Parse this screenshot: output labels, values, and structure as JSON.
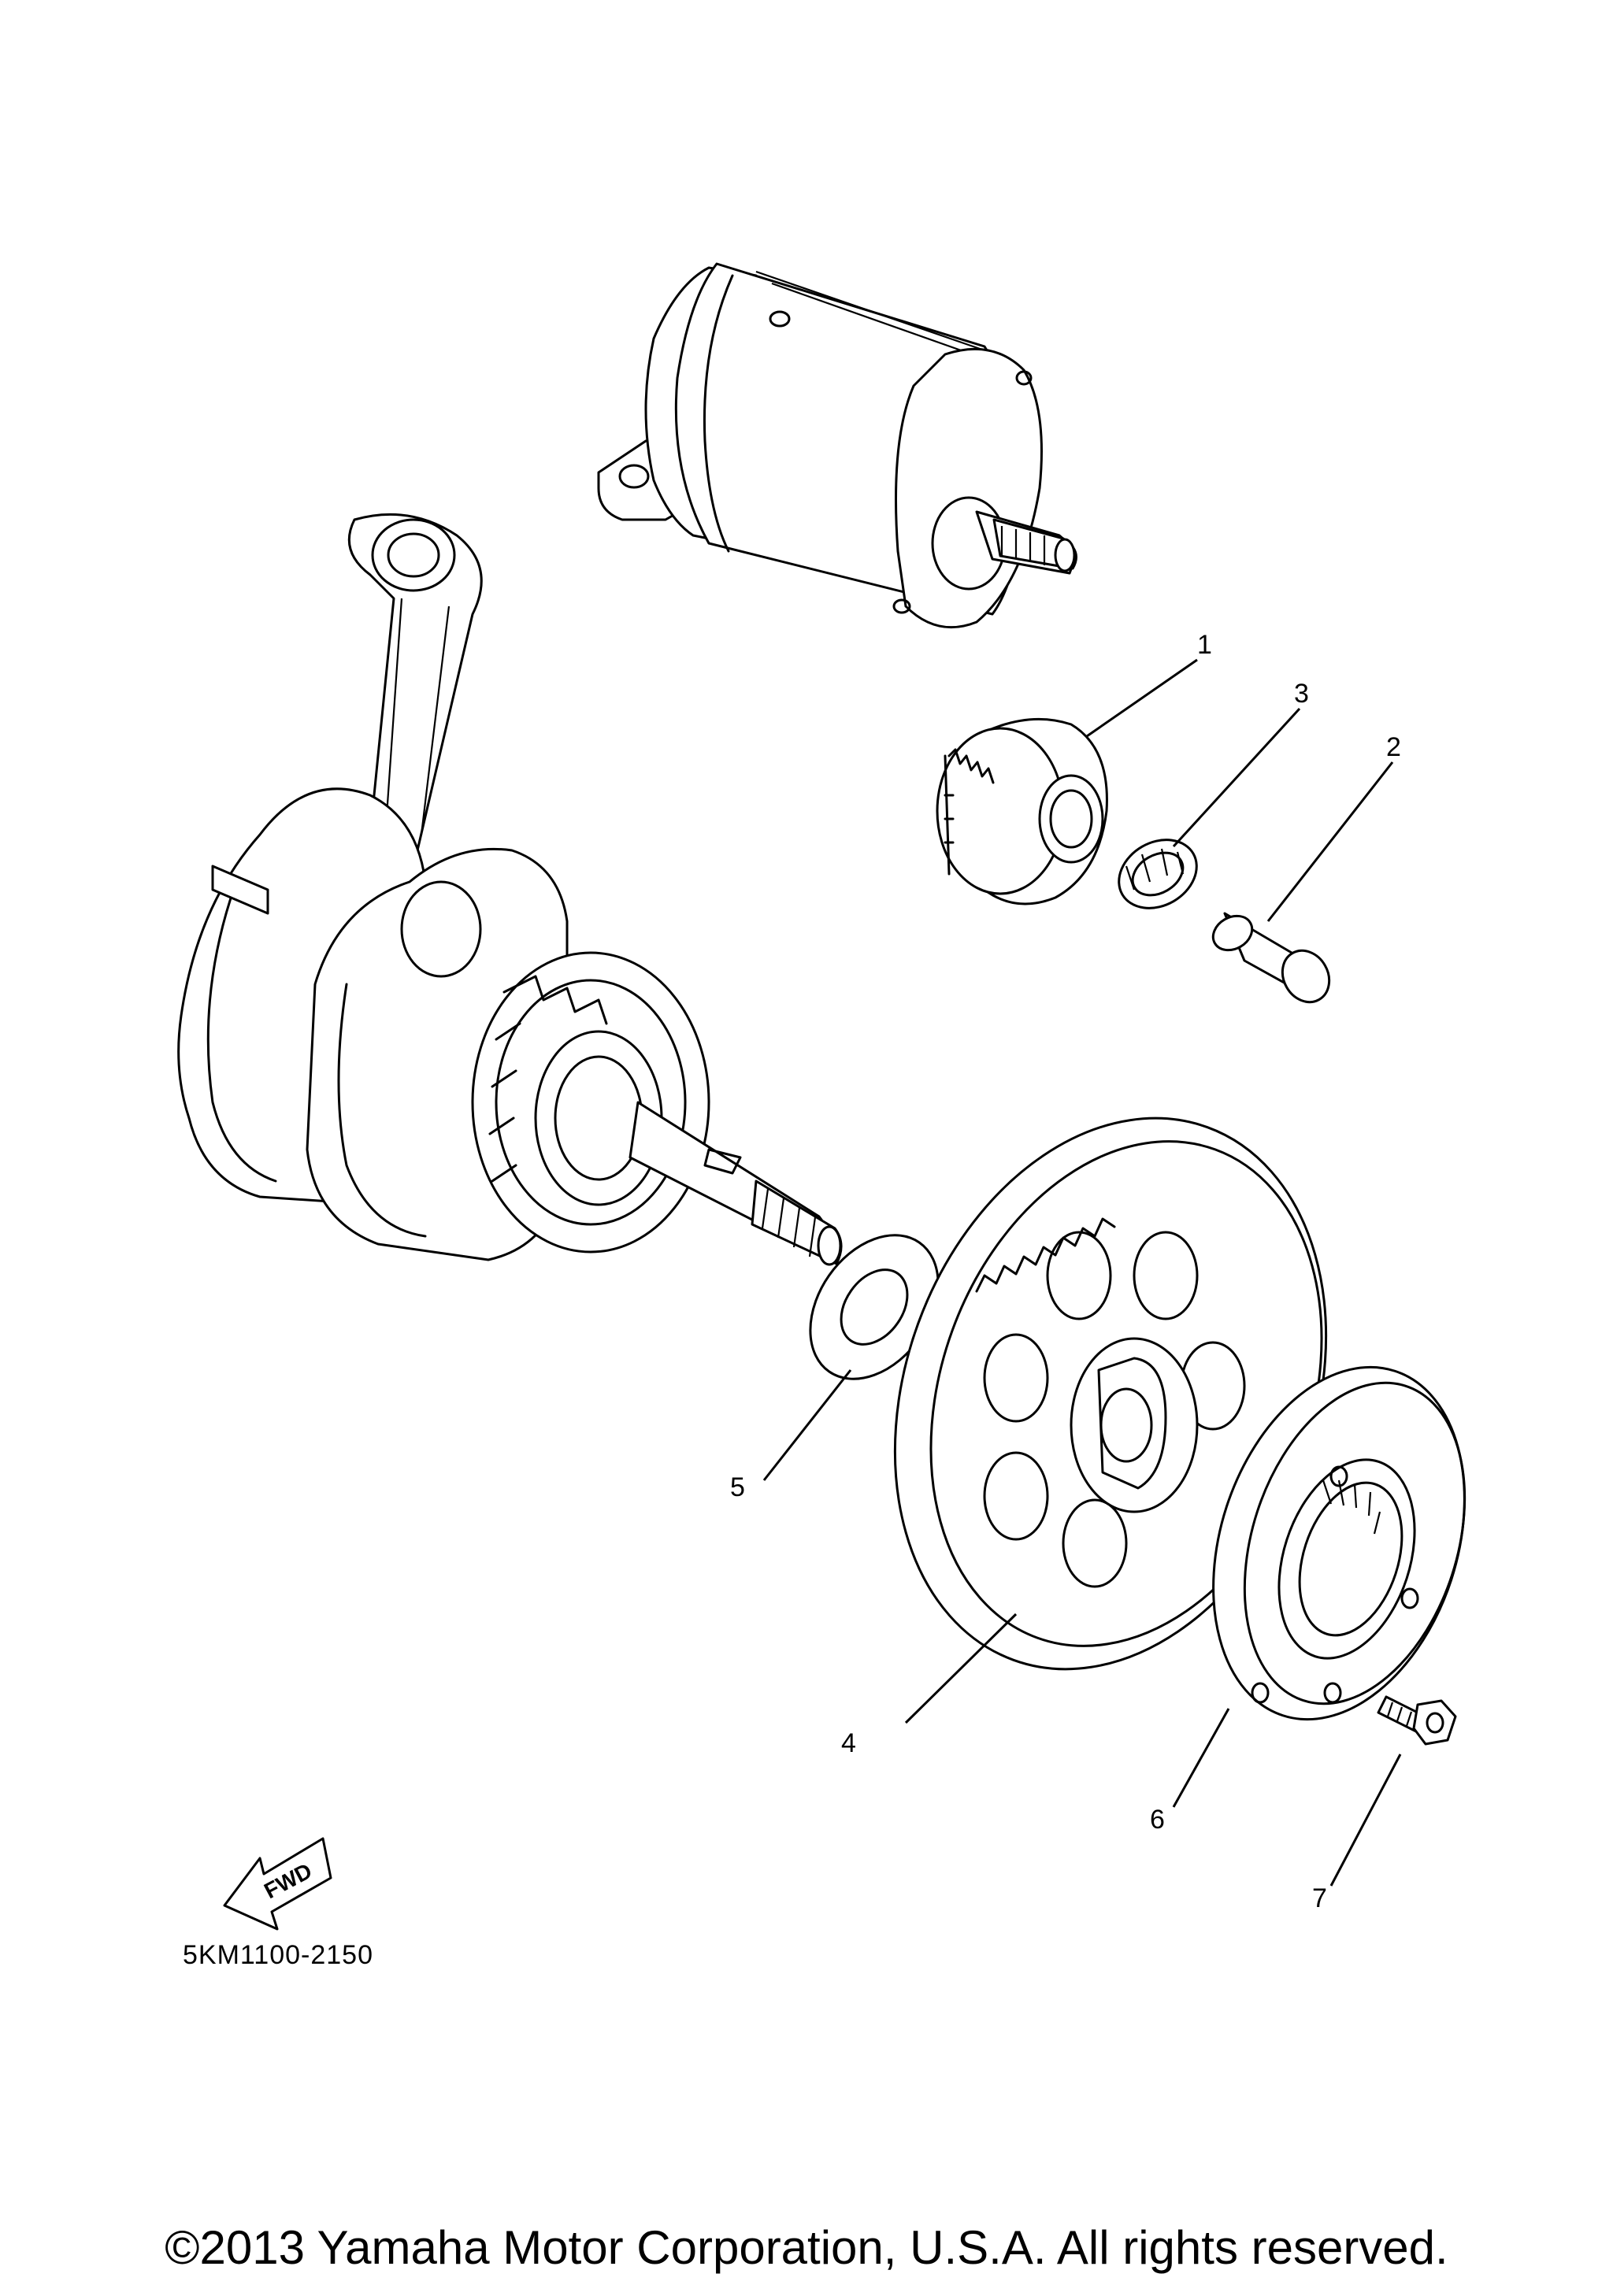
{
  "callouts": [
    {
      "id": "1",
      "label": "1"
    },
    {
      "id": "2",
      "label": "2"
    },
    {
      "id": "3",
      "label": "3"
    },
    {
      "id": "4",
      "label": "4"
    },
    {
      "id": "5",
      "label": "5"
    },
    {
      "id": "6",
      "label": "6"
    },
    {
      "id": "7",
      "label": "7"
    }
  ],
  "fwd_label": "FWD",
  "diagram_code": "5KM1100-2150",
  "copyright": "©2013 Yamaha Motor Corporation, U.S.A. All rights reserved."
}
